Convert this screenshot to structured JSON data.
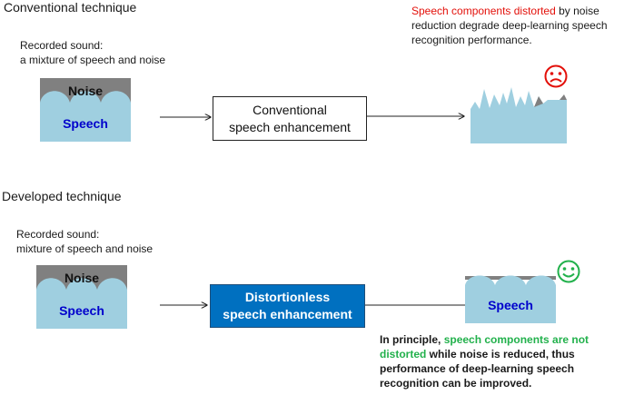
{
  "conventional": {
    "title": "Conventional technique",
    "recorded_line1": "Recorded sound:",
    "recorded_line2": "a mixture of speech and noise",
    "noise_label": "Noise",
    "speech_label": "Speech",
    "process_line1": "Conventional",
    "process_line2": "speech enhancement",
    "note_red": "Speech components distorted",
    "note_rest1": " by noise",
    "note_line2": "reduction degrade deep-learning speech",
    "note_line3": "recognition performance.",
    "face_icon": "sad-face-icon"
  },
  "developed": {
    "title": "Developed technique",
    "recorded_line1": "Recorded sound:",
    "recorded_line2": "mixture of speech and noise",
    "noise_label": "Noise",
    "speech_label": "Speech",
    "process_line1": "Distortionless",
    "process_line2": "speech enhancement",
    "output_speech_label": "Speech",
    "note_pre": "In principle, ",
    "note_green1": "speech components are not",
    "note_green2": "distorted",
    "note_rest": " while noise is reduced, thus",
    "note_line3": "performance of deep-learning speech",
    "note_line4": "recognition can be improved.",
    "face_icon": "smiley-face-icon"
  },
  "colors": {
    "speech": "#9fcfe0",
    "noise": "#808080",
    "process_blue": "#0070c0",
    "speech_text": "#0000cc",
    "red": "#e3100a",
    "green": "#22b14c"
  }
}
